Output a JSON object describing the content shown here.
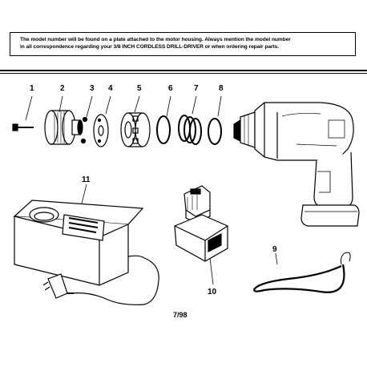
{
  "notice": {
    "line1": "The model number will be found on a plate attached to the motor housing. Always mention the model number",
    "line2": "in all correspondence regarding your 3/8 INCH CORDLESS DRILL-DRIVER or when ordering repair parts."
  },
  "callouts": {
    "c1": "1",
    "c2": "2",
    "c3": "3",
    "c4": "4",
    "c5": "5",
    "c6": "6",
    "c7": "7",
    "c8": "8",
    "c9": "9",
    "c10": "10",
    "c11": "11"
  },
  "footer": {
    "date": "7/98"
  }
}
